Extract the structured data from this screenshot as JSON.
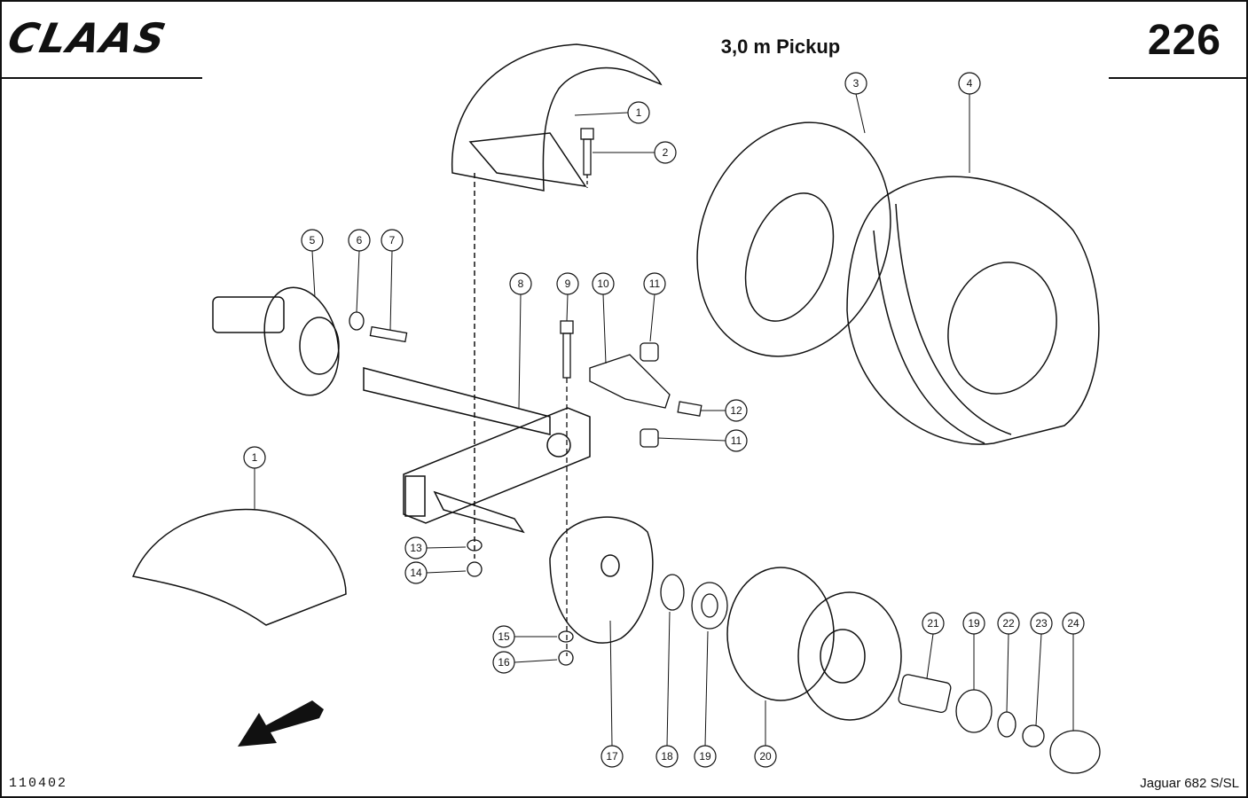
{
  "header": {
    "brand": "CLAAS",
    "title": "3,0 m Pickup",
    "page_number": "226"
  },
  "footer": {
    "drawing_number": "110402",
    "model": "Jaguar 682 S/SL"
  },
  "callouts": [
    "1",
    "2",
    "3",
    "4",
    "5",
    "6",
    "7",
    "8",
    "9",
    "10",
    "11",
    "12",
    "11",
    "1",
    "13",
    "14",
    "15",
    "16",
    "17",
    "18",
    "19",
    "20",
    "21",
    "19",
    "22",
    "23",
    "24"
  ]
}
